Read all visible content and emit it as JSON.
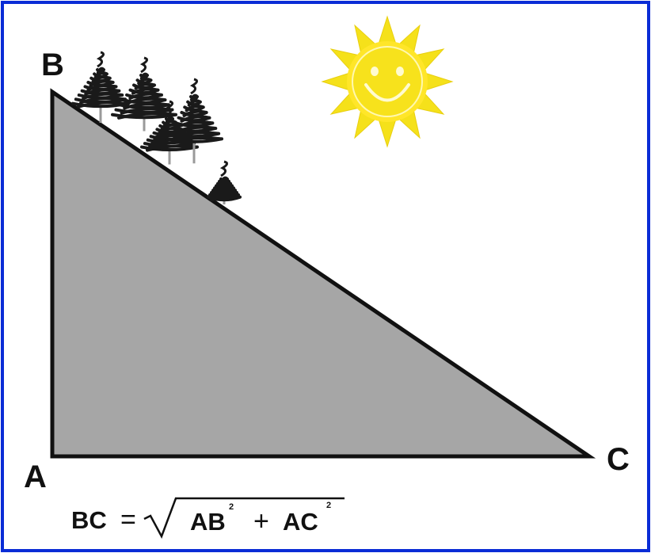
{
  "vertices": {
    "a": "A",
    "b": "B",
    "c": "C"
  },
  "formula": {
    "lhs": "BC",
    "equals": "=",
    "term1": "AB",
    "plus": "+",
    "term2": "AC",
    "exponent": "2"
  },
  "colors": {
    "frame": "#0a2cd6",
    "triangle_fill": "#a6a6a6",
    "triangle_stroke": "#111111",
    "sun_rays": "#f5e11a",
    "sun_face": "#ffe629",
    "tree": "#1a1a1a"
  },
  "icons": [
    "sun-icon",
    "tree-icon"
  ]
}
